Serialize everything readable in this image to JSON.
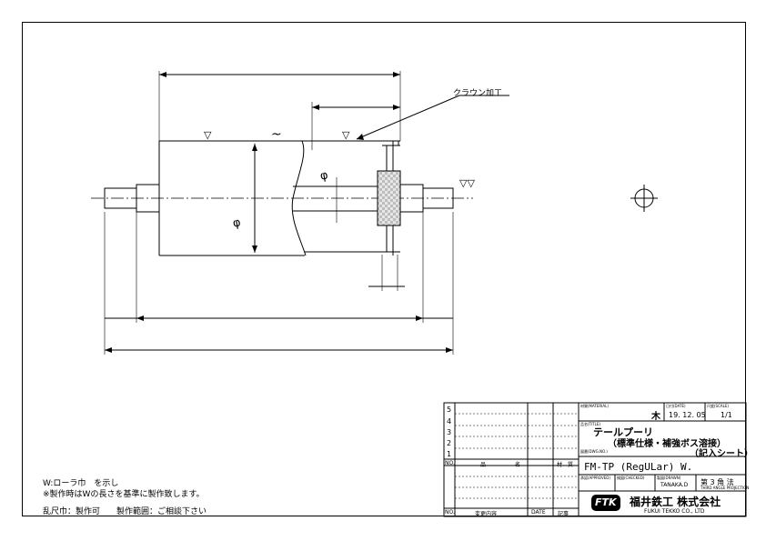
{
  "annotations": {
    "crown": "クラウン加工",
    "phi1": "φ",
    "phi2": "φ",
    "wave": "~",
    "finish1": "▽",
    "finish2": "▽",
    "finish3": "▽▽"
  },
  "notes": {
    "line1": "W:ローラ巾　を示し",
    "line2": "※製作時はWの長さを基準に製作致します。",
    "line3": "乱尺巾：製作可　　製作範囲：ご相談下さい"
  },
  "title_block": {
    "material_label": "材質(MATERIAL)",
    "material_value": "木",
    "date_label": "日付(DATE)",
    "date_value": "19. 12. 05",
    "scale_label": "尺度(SCALE)",
    "scale_value": "1/1",
    "title_label": "品名(TITLE)",
    "title_line1": "テールプーリ",
    "title_line2": "（標準仕様・補強ボス溶接）",
    "title_line3": "（記入シート）",
    "drawing_no_label": "図番(DWG.NO.)",
    "drawing_no": "FM-TP (RegULar) W.",
    "approved_label": "承認(APPROVED)",
    "checked_label": "検図(CHECKED)",
    "drawn_label": "製図(DRAWN)",
    "drawn_value": "TANAKA.D",
    "projection": "第 3 角 法",
    "projection_sub": "THIRD ANGLE PROJECTION",
    "logo": "FTK",
    "company": "福井鉄工 株式会社",
    "company_en": "FUKUI TEKKO CO., LTD",
    "rev_rows": [
      "5",
      "4",
      "3",
      "2",
      "1"
    ],
    "rev_header": [
      "NO.",
      "品",
      "名",
      "材　質"
    ],
    "change_header": [
      "NO.",
      "変更内容",
      "DATE",
      "記事"
    ]
  }
}
